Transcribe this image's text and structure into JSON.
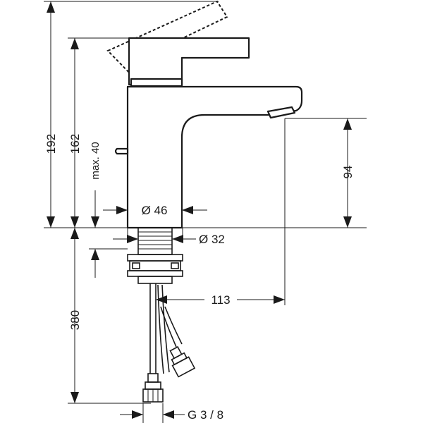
{
  "dimensions": {
    "d192": "192",
    "d162": "162",
    "dmax40": "max. 40",
    "d94": "94",
    "d46": "Ø 46",
    "d32": "Ø 32",
    "d113": "113",
    "d380": "380",
    "dg38": "G 3 / 8"
  }
}
